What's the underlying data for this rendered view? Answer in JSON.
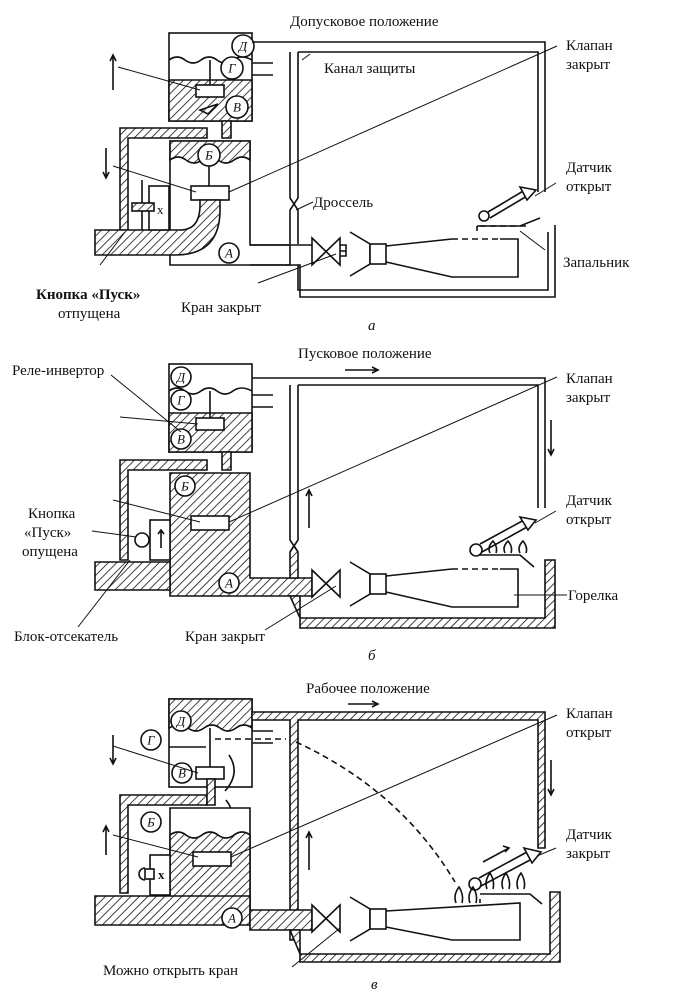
{
  "figure": {
    "panels": [
      {
        "id": "a",
        "caption": "а",
        "title": "Допусковое положение",
        "labels": {
          "channel": "Канал защиты",
          "valve": "Клапан\nзакрыт",
          "valve_l1": "Клапан",
          "valve_l2": "закрыт",
          "sensor_l1": "Датчик",
          "sensor_l2": "открыт",
          "throttle": "Дроссель",
          "igniter": "Запальник",
          "button_l1": "Кнопка «Пуск»",
          "button_l2": "отпущена",
          "tap": "Кран закрыт"
        }
      },
      {
        "id": "b",
        "caption": "б",
        "title": "Пусковое положение",
        "labels": {
          "relay": "Реле-инвертор",
          "valve_l1": "Клапан",
          "valve_l2": "закрыт",
          "sensor_l1": "Датчик",
          "sensor_l2": "открыт",
          "button_l1": "Кнопка",
          "button_l2": "«Пуск»",
          "button_l3": "опущена",
          "burner": "Горелка",
          "cutoff": "Блок-отсекатель",
          "tap": "Кран закрыт"
        }
      },
      {
        "id": "c",
        "caption": "в",
        "title": "Рабочее положение",
        "labels": {
          "valve_l1": "Клапан",
          "valve_l2": "открыт",
          "sensor_l1": "Датчик",
          "sensor_l2": "закрыт",
          "tap": "Можно открыть кран"
        }
      }
    ],
    "chamber_letters": {
      "A": "А",
      "B": "Б",
      "V": "В",
      "G": "Г",
      "D": "Д"
    },
    "sensor_markers": {
      "x_mark": "x"
    }
  }
}
